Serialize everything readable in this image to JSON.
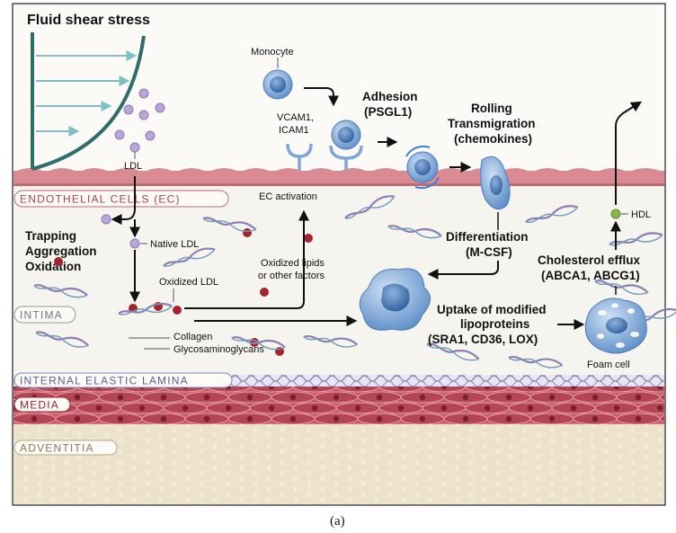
{
  "colors": {
    "intima_bg": "#f6f4ef",
    "endothelium": "#d98a92",
    "endothelium_dark": "#c26a73",
    "media_red": "#b84c5b",
    "media_dark": "#8a2a3a",
    "ldl_purple": "#b9a6d8",
    "oxidized_red": "#a3252f",
    "monocyte_blue": "#7fa7d6",
    "arrow_teal": "#7ec0c5",
    "shear_curve": "#2e6d6a",
    "hdl_green": "#8ab64a",
    "adventitia": "#f1ead9"
  },
  "labels": {
    "fluid_shear_stress": "Fluid shear stress",
    "ldl": "LDL",
    "monocyte": "Monocyte",
    "vcam": "VCAM1,",
    "icam": "ICAM1",
    "adhesion": "Adhesion",
    "psgl1": "(PSGL1)",
    "rolling": "Rolling",
    "transmigration": "Transmigration",
    "chemokines": "(chemokines)",
    "endothelial_cells": "ENDOTHELIAL CELLS (EC)",
    "ec_activation": "EC activation",
    "trapping": "Trapping",
    "aggregation": "Aggregation",
    "oxidation": "Oxidation",
    "native_ldl": "Native LDL",
    "oxidized_ldl": "Oxidized LDL",
    "oxidized_lipids_1": "Oxidized lipids",
    "oxidized_lipids_2": "or other factors",
    "differentiation": "Differentiation",
    "mcsf": "(M-CSF)",
    "hdl": "HDL",
    "cholesterol_efflux": "Cholesterol efflux",
    "abca": "(ABCA1, ABCG1)",
    "intima": "INTIMA",
    "collagen": "Collagen",
    "gag": "Glycosaminoglycans",
    "uptake_1": "Uptake of modified",
    "uptake_2": "lipoproteins",
    "uptake_3": "(SRA1, CD36, LOX)",
    "foam_cell": "Foam cell",
    "internal_elastic_lamina": "INTERNAL ELASTIC LAMINA",
    "media": "MEDIA",
    "adventitia": "ADVENTITIA",
    "caption": "(a)"
  }
}
